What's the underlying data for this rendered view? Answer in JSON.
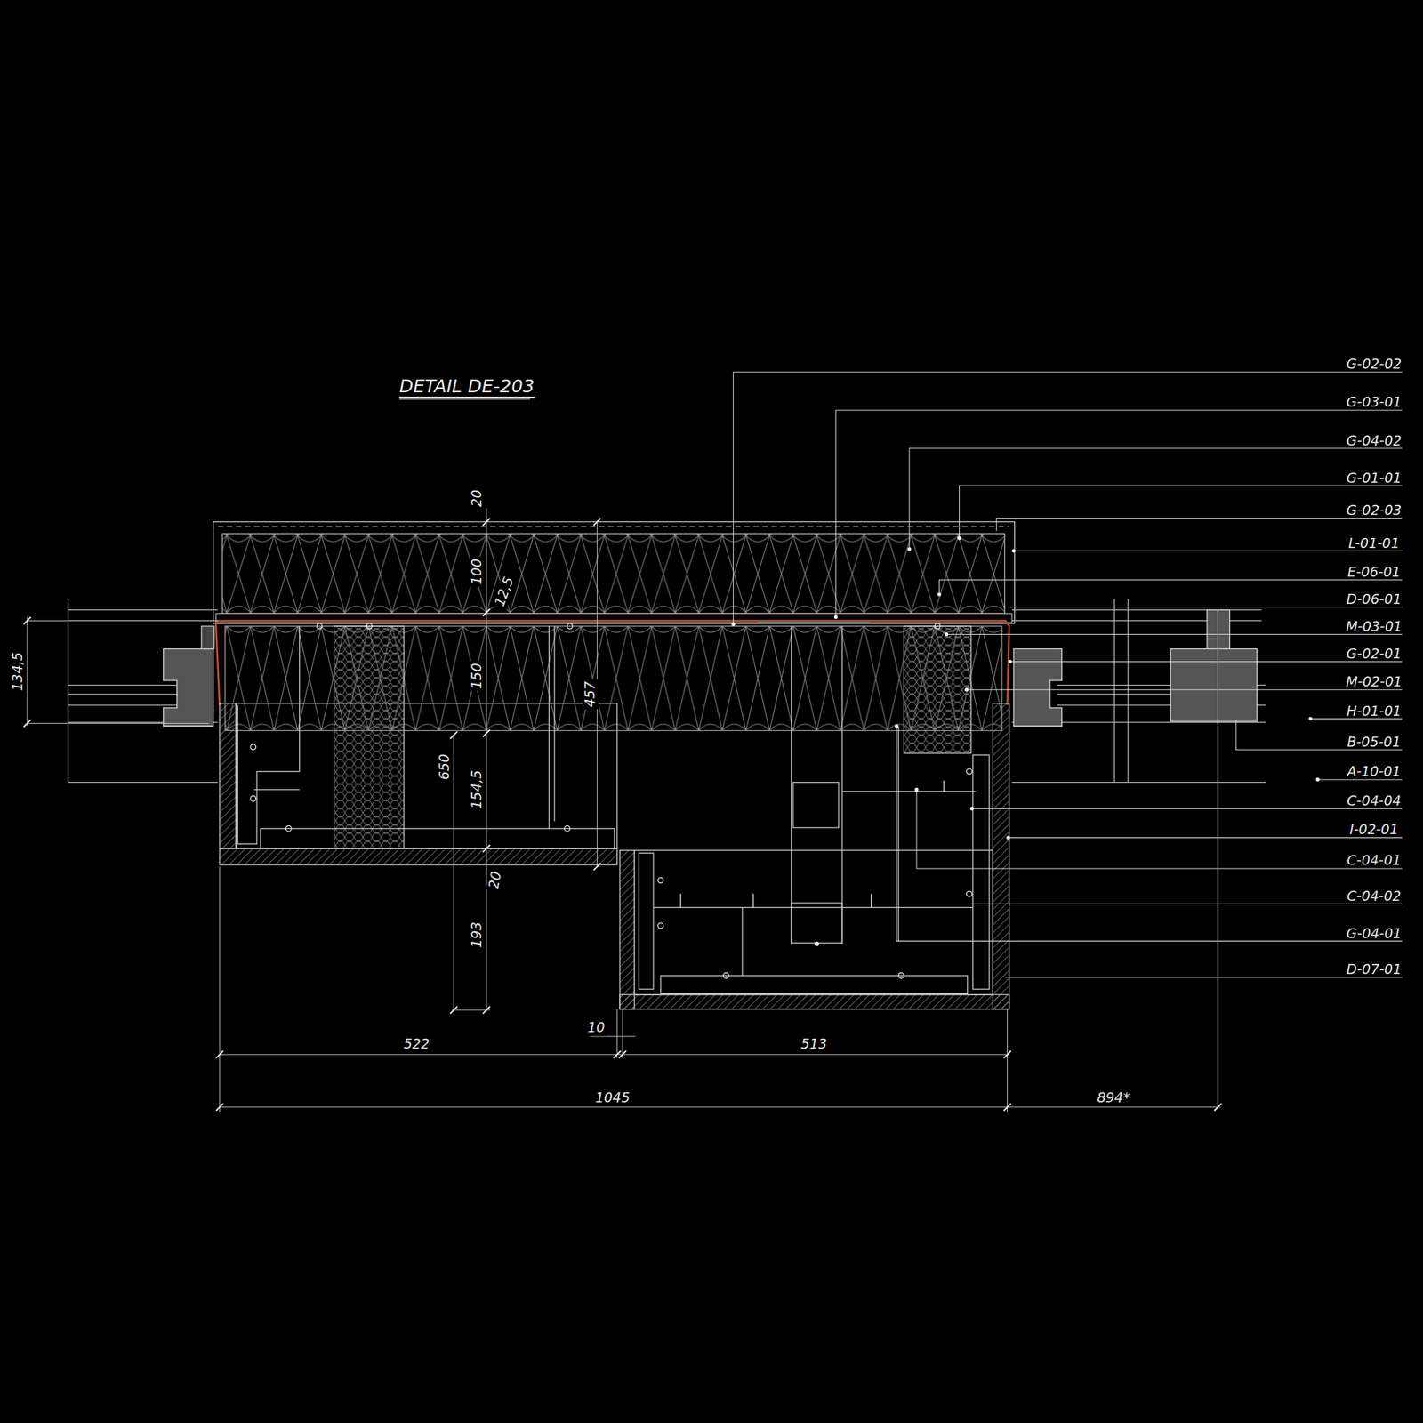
{
  "diagram": {
    "title": "DETAIL DE-203",
    "labels": [
      "G-02-02",
      "G-03-01",
      "G-04-02",
      "G-01-01",
      "G-02-03",
      "L-01-01",
      "E-06-01",
      "D-06-01",
      "M-03-01",
      "G-02-01",
      "M-02-01",
      "H-01-01",
      "B-05-01",
      "A-10-01",
      "C-04-04",
      "I-02-01",
      "C-04-01",
      "C-04-02",
      "G-04-01",
      "D-07-01",
      "20",
      "100",
      "12,5",
      "150",
      "457",
      "650",
      "154,5",
      "20",
      "193",
      "134,5",
      "10",
      "522",
      "513",
      "1045",
      "894*"
    ]
  }
}
